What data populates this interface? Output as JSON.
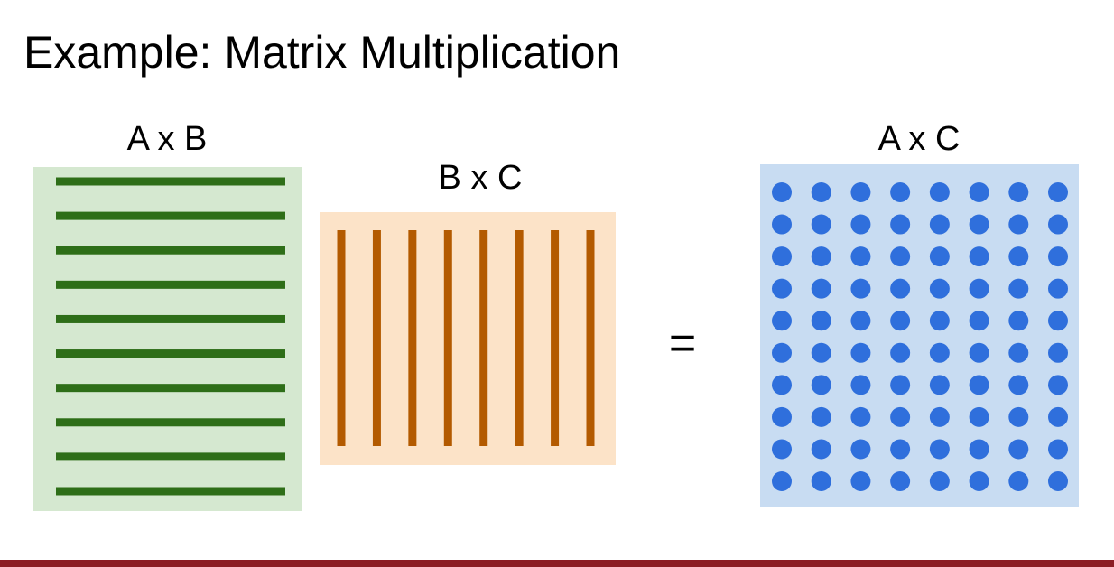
{
  "slide": {
    "title": "Example: Matrix Multiplication"
  },
  "matrices": {
    "a": {
      "label": "A x B",
      "fill": "#d5e8d0",
      "mark_color": "#2e6e18",
      "rows": 10
    },
    "b": {
      "label": "B x C",
      "fill": "#fce3c8",
      "mark_color": "#b35a00",
      "columns": 8
    },
    "c": {
      "label": "A x C",
      "fill": "#c8dcf2",
      "mark_color": "#2f6fdc",
      "rows": 10,
      "columns": 8
    }
  },
  "equals_sign": "=",
  "colors": {
    "footer": "#8c1d24"
  }
}
